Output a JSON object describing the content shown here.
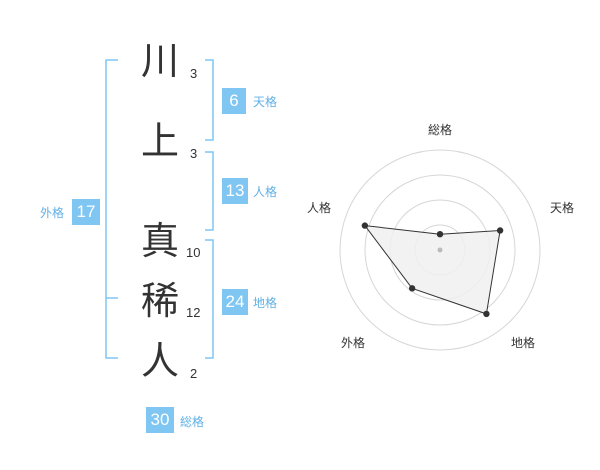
{
  "name": {
    "characters": [
      {
        "char": "川",
        "strokes": "3"
      },
      {
        "char": "上",
        "strokes": "3"
      },
      {
        "char": "真",
        "strokes": "10"
      },
      {
        "char": "稀",
        "strokes": "12"
      },
      {
        "char": "人",
        "strokes": "2"
      }
    ]
  },
  "fortunes": {
    "tenkaku": {
      "value": "6",
      "label": "天格"
    },
    "jinkaku": {
      "value": "13",
      "label": "人格"
    },
    "chikaku": {
      "value": "24",
      "label": "地格"
    },
    "gaikaku": {
      "value": "17",
      "label": "外格"
    },
    "soukaku": {
      "value": "30",
      "label": "総格"
    }
  },
  "chart_data": {
    "type": "radar",
    "axes": [
      "総格",
      "天格",
      "地格",
      "外格",
      "人格"
    ],
    "values": [
      1,
      4,
      5,
      3,
      5
    ],
    "range": [
      0,
      5
    ],
    "rings": 4,
    "colors": {
      "fill": "#f0f0f0",
      "line": "#333333",
      "grid": "#d6d6d6",
      "point": "#333333",
      "center": "#bbbbbb"
    }
  },
  "colors": {
    "accent": "#7fc6f2",
    "accent_text": "#5fb0e6",
    "bracket": "#7fc6f2"
  }
}
